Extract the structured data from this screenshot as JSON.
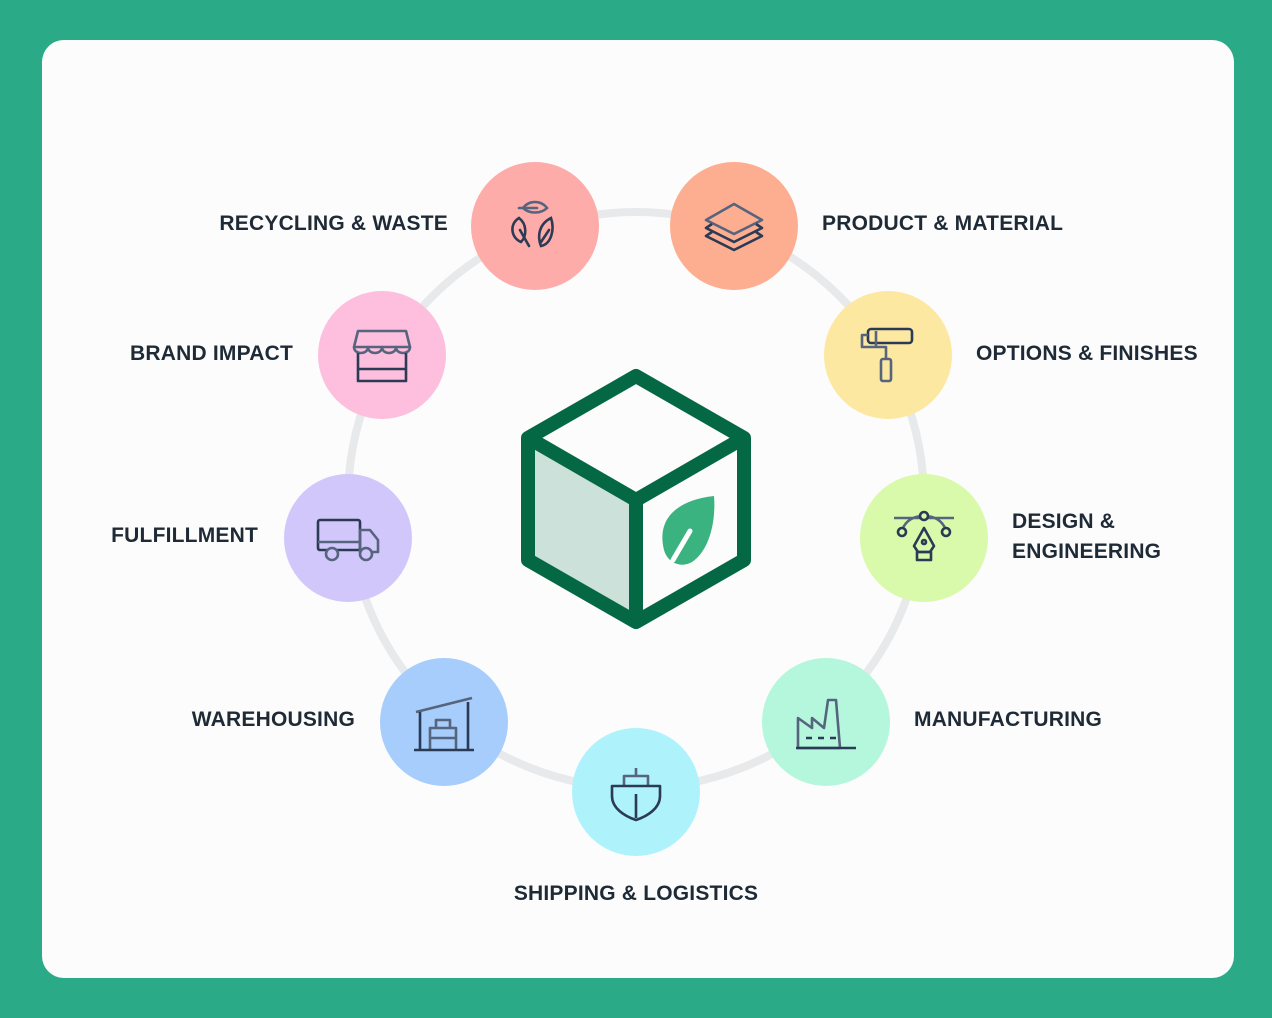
{
  "nodes": [
    {
      "id": "recycling",
      "label": "RECYCLING & WASTE",
      "icon": "recycle-leaves-icon",
      "color": "#fdacaa"
    },
    {
      "id": "product",
      "label": "PRODUCT & MATERIAL",
      "icon": "layers-icon",
      "color": "#fdae90"
    },
    {
      "id": "options",
      "label": "OPTIONS & FINISHES",
      "icon": "paint-roller-icon",
      "color": "#fde8a2"
    },
    {
      "id": "design",
      "label_line1": "DESIGN &",
      "label_line2": "ENGINEERING",
      "icon": "pen-tool-icon",
      "color": "#d9f9ab"
    },
    {
      "id": "manufacturing",
      "label": "MANUFACTURING",
      "icon": "factory-icon",
      "color": "#b5f7dc"
    },
    {
      "id": "shipping",
      "label": "SHIPPING & LOGISTICS",
      "icon": "ship-icon",
      "color": "#aef2fc"
    },
    {
      "id": "warehousing",
      "label": "WAREHOUSING",
      "icon": "warehouse-icon",
      "color": "#a6cdfb"
    },
    {
      "id": "fulfillment",
      "label": "FULFILLMENT",
      "icon": "truck-icon",
      "color": "#d2c7fb"
    },
    {
      "id": "brand",
      "label": "BRAND IMPACT",
      "icon": "storefront-icon",
      "color": "#fdbfdd"
    }
  ],
  "center": {
    "icon": "eco-box-icon",
    "stroke": "#046845",
    "side_fill": "#cbe1d9",
    "leaf": "#3bb380"
  },
  "colors": {
    "frame": "#2baa88",
    "ring": "#e8e9ea",
    "icon_stroke": "#2b3a55"
  }
}
